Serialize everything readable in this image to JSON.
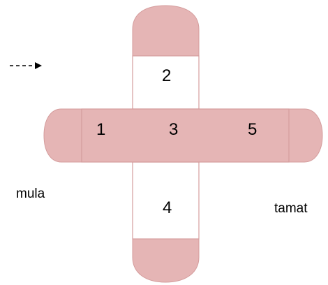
{
  "diagram": {
    "colors": {
      "fill": "#e5b5b5",
      "stroke": "#d49c9c",
      "outline": "#000000",
      "background": "#ffffff"
    },
    "cells": {
      "c1": "1",
      "c2": "2",
      "c3": "3",
      "c4": "4",
      "c5": "5"
    },
    "labels": {
      "start": "mula",
      "end": "tamat"
    },
    "arrow_icon": "dashed-arrow-icon"
  }
}
